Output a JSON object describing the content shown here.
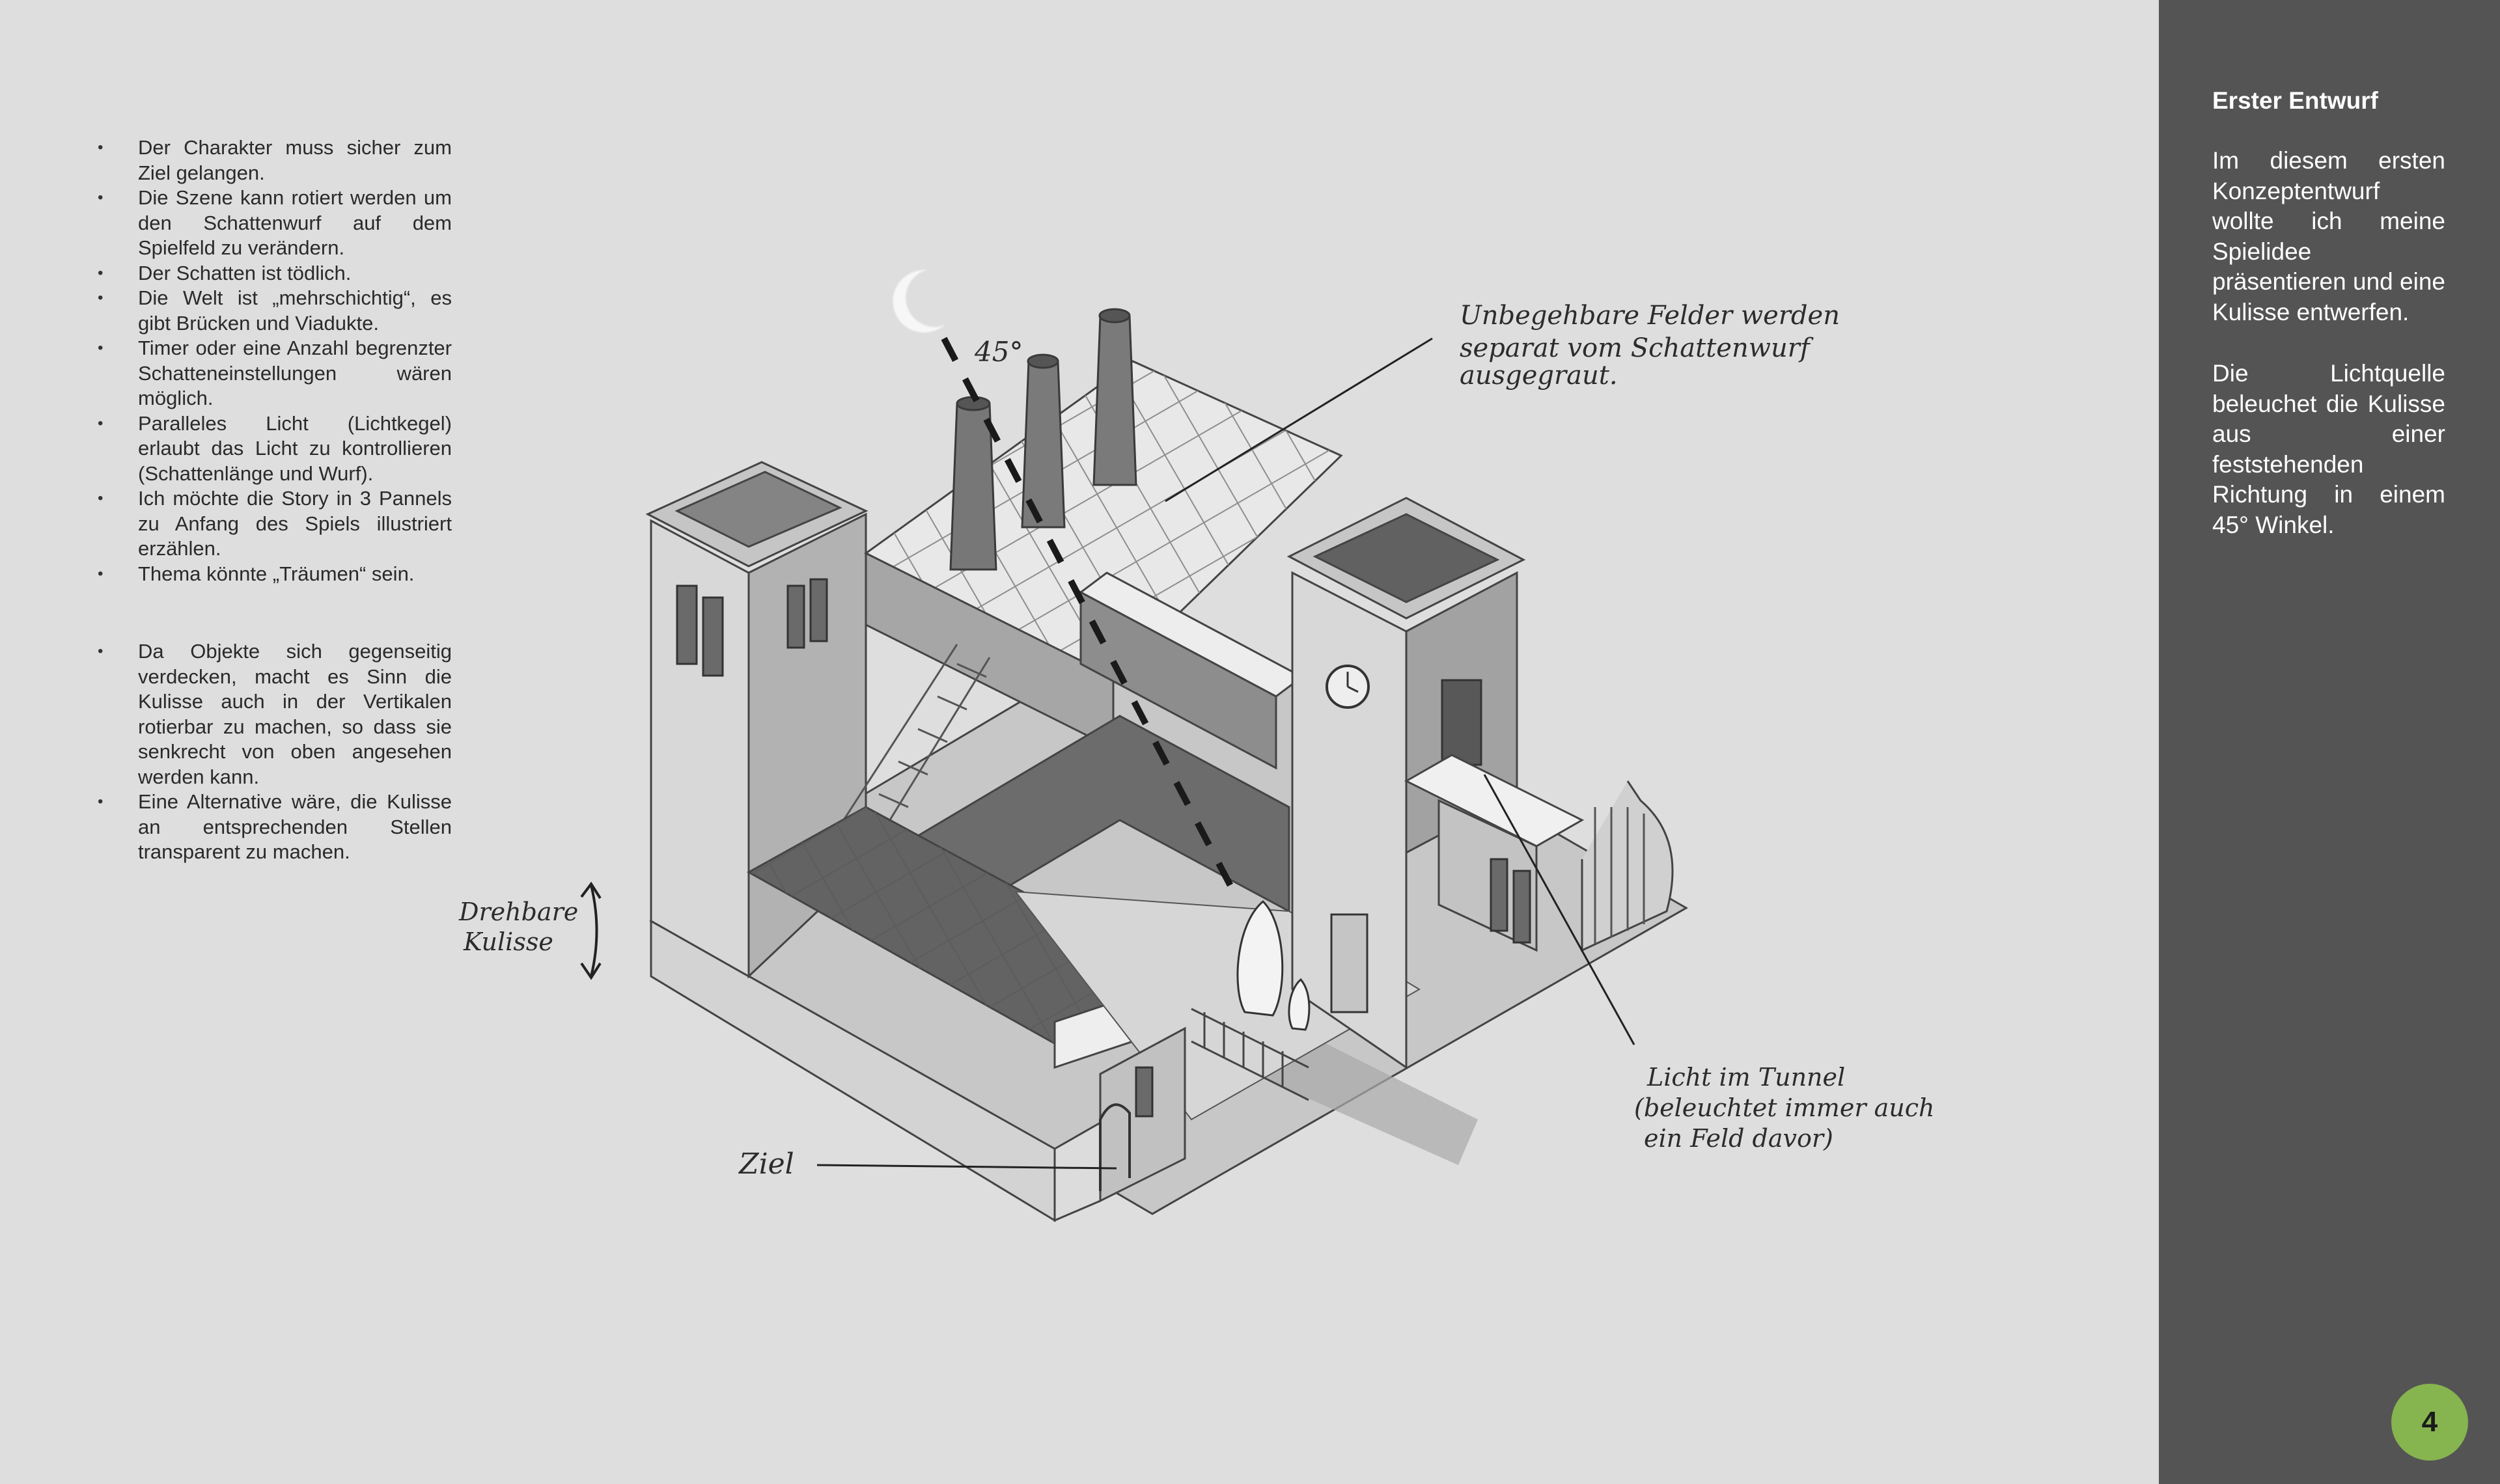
{
  "bullets_top": [
    "Der Charakter muss sicher zum Ziel gelangen.",
    "Die Szene kann rotiert werden um den Schattenwurf auf dem Spielfeld zu verändern.",
    "Der Schatten ist tödlich.",
    "Die Welt ist „mehrschichtig“, es gibt Brücken und Viadukte.",
    "Timer oder eine Anzahl begrenzter Schatteneinstellungen wären möglich.",
    "Paralleles Licht (Lichtkegel) erlaubt das Licht zu kontrollieren (Schattenlänge und Wurf).",
    "Ich möchte die Story in 3 Pannels zu Anfang des Spiels illustriert erzählen.",
    "Thema könnte „Träumen“ sein."
  ],
  "bullets_bottom": [
    "Da Objekte sich gegenseitig verdecken, macht es Sinn die Kulisse auch in der Vertikalen rotierbar zu machen, so dass sie senkrecht von oben angesehen werden kann.",
    "Eine Alternative wäre, die Kulisse an entsprechenden Stellen transparent zu machen."
  ],
  "annotations": {
    "angle": "45°",
    "unwalkable_1": "Unbegehbare Felder werden",
    "unwalkable_2": "separat vom Schattenwurf",
    "unwalkable_3": "ausgegraut.",
    "rotatable_1": "Drehbare",
    "rotatable_2": "Kulisse",
    "light_1": "Licht im Tunnel",
    "light_2": "(beleuchtet immer auch",
    "light_3": "ein Feld davor)",
    "goal": "Ziel"
  },
  "sidebar": {
    "title": "Erster Entwurf",
    "paragraph_1": "Im diesem ersten Konzeptentwurf wollte ich meine Spielidee präsentieren und eine Kulisse entwerfen.",
    "paragraph_2": "Die Lichtquelle beleuchet die Kulisse aus einer feststehenden Richtung in einem 45° Winkel."
  },
  "page_number": "4",
  "colors": {
    "background": "#dfdedf",
    "sidebar": "#555454",
    "badge": "#86b44f"
  }
}
